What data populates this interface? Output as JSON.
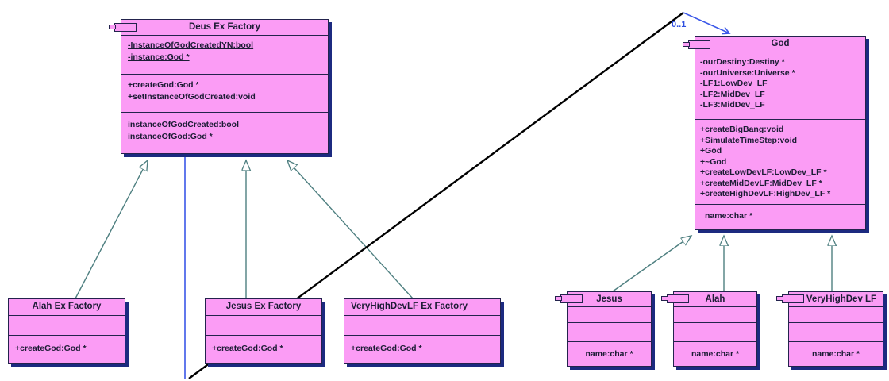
{
  "diagram_title": "Deus Ex Factory UML class diagram",
  "classes": {
    "deus": {
      "title": "Deus Ex Factory",
      "attributes": [
        "-InstanceOfGodCreatedYN:bool",
        "-instance:God *"
      ],
      "methods": [
        "+createGod:God *",
        "+setInstanceOfGodCreated:void"
      ],
      "properties": [
        "instanceOfGodCreated:bool",
        "instanceOfGod:God *"
      ]
    },
    "god": {
      "title": "God",
      "attributes": [
        "-ourDestiny:Destiny *",
        "-ourUniverse:Universe *",
        "-LF1:LowDev_LF",
        "-LF2:MidDev_LF",
        "-LF3:MidDev_LF"
      ],
      "methods": [
        "+createBigBang:void",
        "+SimulateTimeStep:void",
        "+God",
        "+~God",
        "+createLowDevLF:LowDev_LF *",
        "+createMidDevLF:MidDev_LF *",
        "+createHighDevLF:HighDev_LF *"
      ],
      "properties": [
        "name:char *"
      ]
    },
    "alah_factory": {
      "title": "Alah Ex Factory",
      "methods": [
        "+createGod:God *"
      ]
    },
    "jesus_factory": {
      "title": "Jesus Ex Factory",
      "methods": [
        "+createGod:God *"
      ]
    },
    "vhd_factory": {
      "title": "VeryHighDevLF Ex Factory",
      "methods": [
        "+createGod:God *"
      ]
    },
    "jesus": {
      "title": "Jesus",
      "properties": [
        "name:char *"
      ]
    },
    "alah": {
      "title": "Alah",
      "properties": [
        "name:char *"
      ]
    },
    "vhd": {
      "title": "VeryHighDev LF",
      "properties": [
        "name:char *"
      ]
    }
  },
  "relationships": {
    "association_multiplicity": "0..1"
  },
  "colors": {
    "class_fill": "#fb9cf5",
    "class_border": "#23234d",
    "shadow": "#1c2a80",
    "generalization_line": "#4e7f80",
    "association_blue": "#3a57e8",
    "association_black": "#000000",
    "text": "#1c1c35",
    "multiplicity_blue": "#2e4fe0"
  }
}
